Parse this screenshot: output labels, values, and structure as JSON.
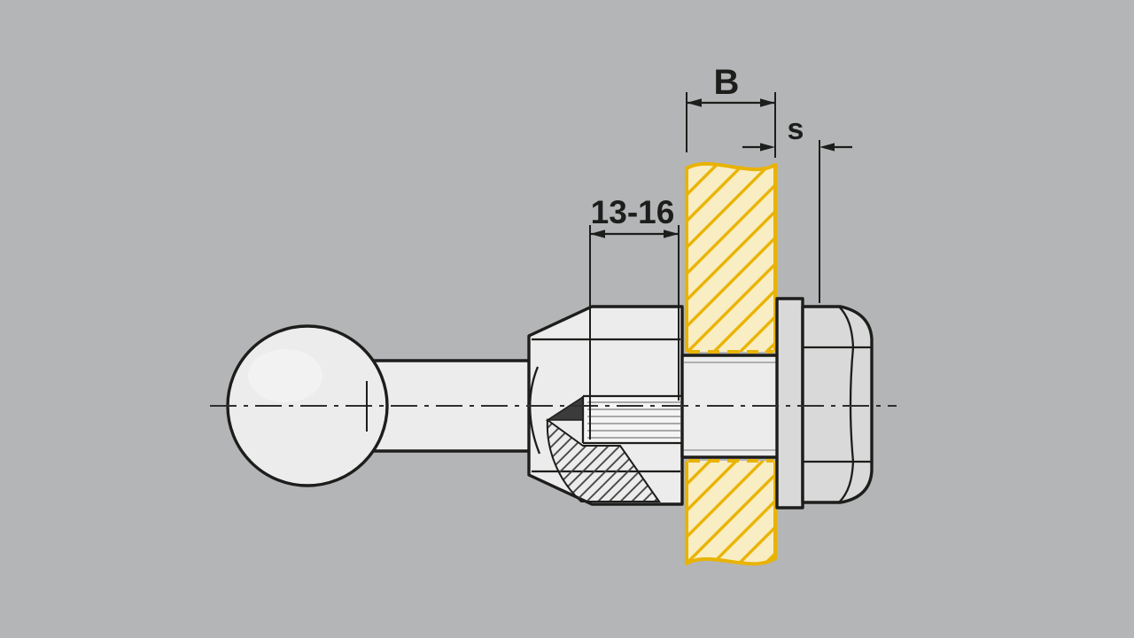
{
  "diagram": {
    "kind": "ball-stud-mounting-section",
    "labels": {
      "panel_thickness": "B",
      "clamp_range": "s",
      "thread_length": "13-16"
    },
    "colors": {
      "background": "#b4b5b7",
      "outline": "#1d1d1b",
      "part_fill": "#ececec",
      "part_fill_dark": "#d9d9d9",
      "bore_fill": "#f4f4f4",
      "panel_fill": "#f9edc3",
      "panel_accent": "#e9b304",
      "dimension": "#1d1d1b"
    }
  }
}
